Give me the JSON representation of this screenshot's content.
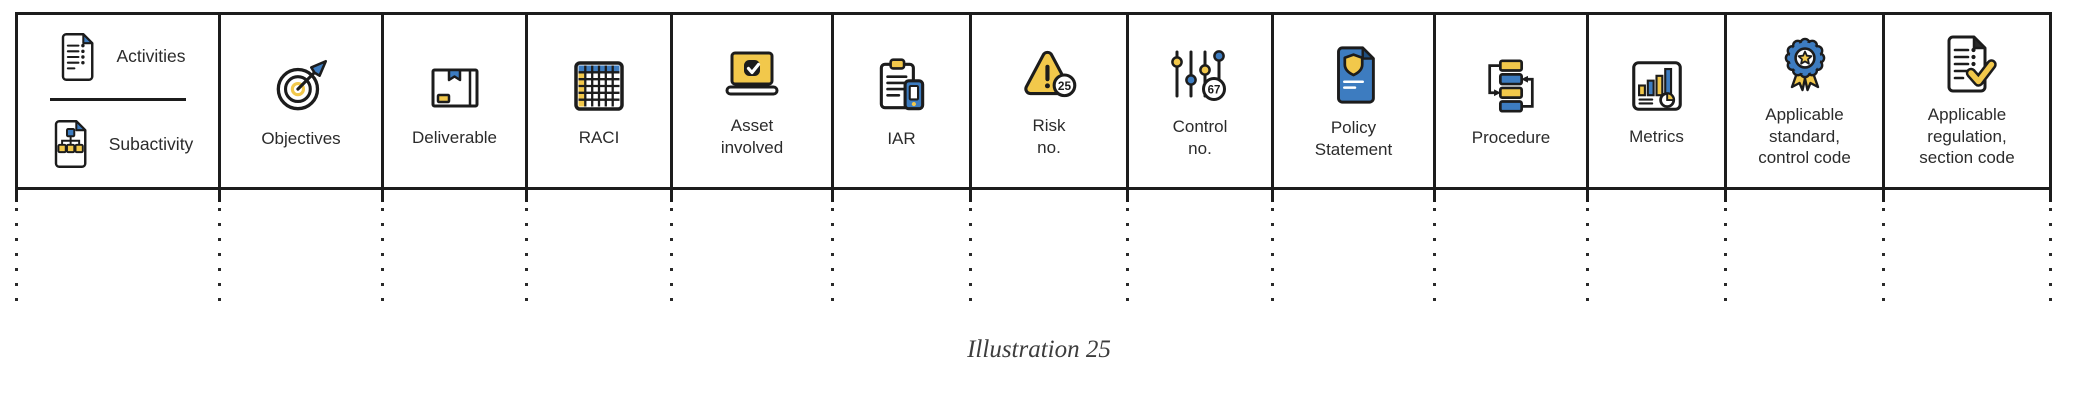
{
  "header": {
    "activities": {
      "label": "Activities",
      "icon": "document-list-icon"
    },
    "subactivity": {
      "label": "Subactivity",
      "icon": "hierarchy-document-icon"
    },
    "columns": [
      {
        "label": "Objectives",
        "icon": "target-dart-icon"
      },
      {
        "label": "Deliverable",
        "icon": "package-box-icon"
      },
      {
        "label": "RACI",
        "icon": "raci-matrix-icon"
      },
      {
        "label": "Asset\ninvolved",
        "icon": "laptop-check-icon"
      },
      {
        "label": "IAR",
        "icon": "clipboard-phone-icon"
      },
      {
        "label": "Risk\nno.",
        "icon": "warning-triangle-icon",
        "badge": "25"
      },
      {
        "label": "Control\nno.",
        "icon": "sliders-icon",
        "badge": "67"
      },
      {
        "label": "Policy\nStatement",
        "icon": "policy-shield-document-icon"
      },
      {
        "label": "Procedure",
        "icon": "flowchart-icon"
      },
      {
        "label": "Metrics",
        "icon": "bar-chart-report-icon"
      },
      {
        "label": "Applicable\nstandard,\ncontrol code",
        "icon": "award-rosette-icon"
      },
      {
        "label": "Applicable\nregulation,\nsection code",
        "icon": "document-checkmark-icon"
      }
    ]
  },
  "caption": "Illustration 25",
  "colors": {
    "accent_blue": "#3d7cc0",
    "accent_yellow": "#f2c84b",
    "outline": "#1c1c1c"
  }
}
